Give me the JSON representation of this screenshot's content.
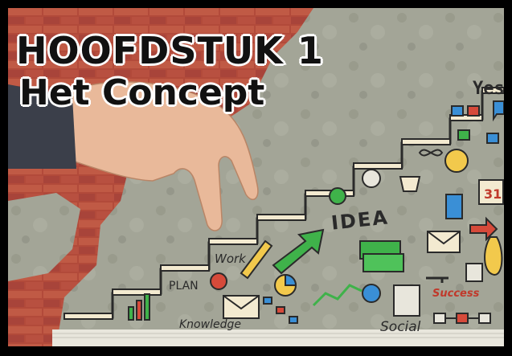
{
  "title": {
    "line1": "HOOFDSTUK 1",
    "line2": "Het Concept"
  },
  "doodles": {
    "yes": "Yes",
    "idea": "IDEA",
    "work": "Work",
    "plan": "PLAN",
    "knowledge": "Knowledge",
    "success": "Success",
    "social": "Social",
    "calendar_day": "31"
  },
  "colors": {
    "frame": "#000000",
    "wall": "#9a9c8e",
    "brick": "#b24a3a",
    "title_fill": "#111111",
    "title_outline": "#ffffff",
    "accent_green": "#3fb24a",
    "accent_red": "#d64a3a",
    "accent_blue": "#3a8fd6",
    "accent_yellow": "#f2c94c"
  }
}
